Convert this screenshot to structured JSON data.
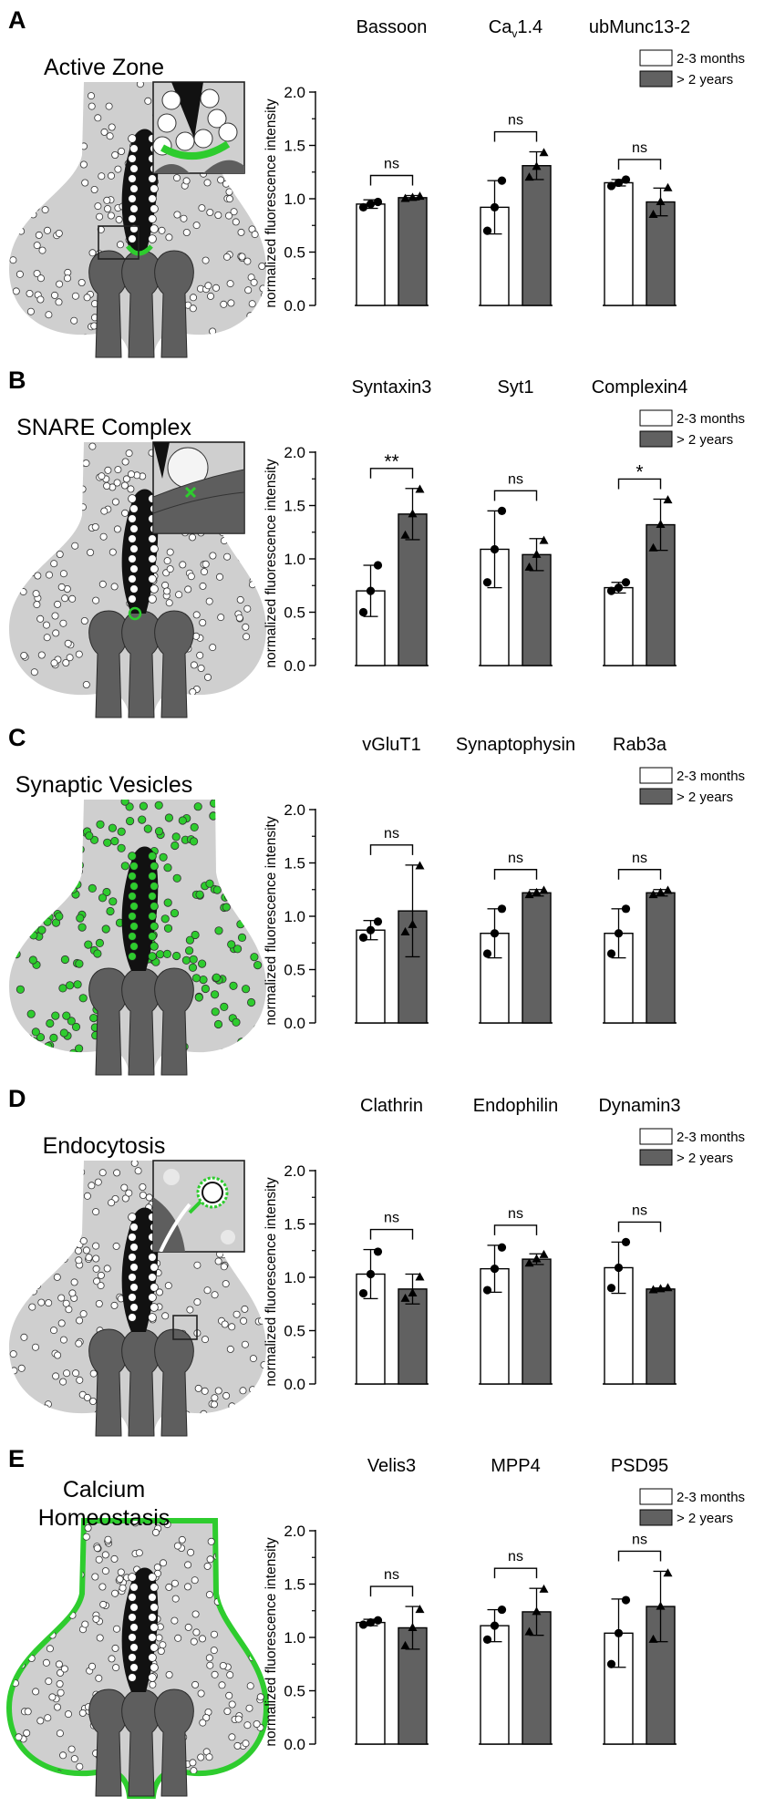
{
  "figure": {
    "colors": {
      "young_fill": "#ffffff",
      "old_fill": "#616161",
      "terminal": "#cfcfcf",
      "ribbon": "#111111",
      "dendrite": "#5e5e5e",
      "highlight": "#2ecc2e"
    },
    "y_axis_label": "normalized fluorescence intensity",
    "legend": {
      "young": "2-3 months",
      "old": "> 2 years"
    }
  },
  "chart_data": [
    {
      "panel": "A",
      "title": "Active Zone",
      "type": "bar",
      "ylim": [
        0,
        2.0
      ],
      "yticks": [
        "0.0",
        "0.5",
        "1.0",
        "1.5",
        "2.0"
      ],
      "categories": [
        {
          "label": "Bassoon",
          "young": {
            "mean": 0.95,
            "sd": 0.04,
            "points": [
              0.92,
              0.95,
              0.97
            ]
          },
          "old": {
            "mean": 1.01,
            "sd": 0.02,
            "points": [
              1.0,
              1.01,
              1.02
            ]
          },
          "significance": "ns"
        },
        {
          "label": "Ca",
          "label_sub": "v",
          "label_suffix": "1.4",
          "young": {
            "mean": 0.92,
            "sd": 0.25,
            "points": [
              0.7,
              0.92,
              1.17
            ]
          },
          "old": {
            "mean": 1.31,
            "sd": 0.13,
            "points": [
              1.2,
              1.3,
              1.43
            ]
          },
          "significance": "ns"
        },
        {
          "label": "ubMunc13-2",
          "young": {
            "mean": 1.15,
            "sd": 0.03,
            "points": [
              1.12,
              1.15,
              1.18
            ]
          },
          "old": {
            "mean": 0.97,
            "sd": 0.13,
            "points": [
              0.85,
              0.97,
              1.1
            ]
          },
          "significance": "ns"
        }
      ]
    },
    {
      "panel": "B",
      "title": "SNARE Complex",
      "type": "bar",
      "ylim": [
        0,
        2.0
      ],
      "yticks": [
        "0.0",
        "0.5",
        "1.0",
        "1.5",
        "2.0"
      ],
      "categories": [
        {
          "label": "Syntaxin3",
          "young": {
            "mean": 0.7,
            "sd": 0.24,
            "points": [
              0.5,
              0.7,
              0.94
            ]
          },
          "old": {
            "mean": 1.42,
            "sd": 0.24,
            "points": [
              1.22,
              1.42,
              1.65
            ]
          },
          "significance": "**"
        },
        {
          "label": "Syt1",
          "young": {
            "mean": 1.09,
            "sd": 0.36,
            "points": [
              0.78,
              1.09,
              1.45
            ]
          },
          "old": {
            "mean": 1.04,
            "sd": 0.15,
            "points": [
              0.92,
              1.04,
              1.17
            ]
          },
          "significance": "ns"
        },
        {
          "label": "Complexin4",
          "young": {
            "mean": 0.73,
            "sd": 0.05,
            "points": [
              0.7,
              0.73,
              0.78
            ]
          },
          "old": {
            "mean": 1.32,
            "sd": 0.24,
            "points": [
              1.1,
              1.32,
              1.55
            ]
          },
          "significance": "*"
        }
      ]
    },
    {
      "panel": "C",
      "title": "Synaptic Vesicles",
      "type": "bar",
      "ylim": [
        0,
        2.0
      ],
      "yticks": [
        "0.0",
        "0.5",
        "1.0",
        "1.5",
        "2.0"
      ],
      "categories": [
        {
          "label": "vGluT1",
          "young": {
            "mean": 0.87,
            "sd": 0.09,
            "points": [
              0.8,
              0.87,
              0.95
            ]
          },
          "old": {
            "mean": 1.05,
            "sd": 0.43,
            "points": [
              0.85,
              0.92,
              1.47
            ]
          },
          "significance": "ns"
        },
        {
          "label": "Synaptophysin",
          "young": {
            "mean": 0.84,
            "sd": 0.23,
            "points": [
              0.65,
              0.84,
              1.07
            ]
          },
          "old": {
            "mean": 1.22,
            "sd": 0.03,
            "points": [
              1.2,
              1.22,
              1.24
            ]
          },
          "significance": "ns"
        },
        {
          "label": "Rab3a",
          "young": {
            "mean": 0.84,
            "sd": 0.23,
            "points": [
              0.65,
              0.84,
              1.07
            ]
          },
          "old": {
            "mean": 1.22,
            "sd": 0.03,
            "points": [
              1.2,
              1.22,
              1.24
            ]
          },
          "significance": "ns"
        }
      ]
    },
    {
      "panel": "D",
      "title": "Endocytosis",
      "type": "bar",
      "ylim": [
        0,
        2.0
      ],
      "yticks": [
        "0.0",
        "0.5",
        "1.0",
        "1.5",
        "2.0"
      ],
      "categories": [
        {
          "label": "Clathrin",
          "young": {
            "mean": 1.03,
            "sd": 0.23,
            "points": [
              0.85,
              1.03,
              1.24
            ]
          },
          "old": {
            "mean": 0.89,
            "sd": 0.14,
            "points": [
              0.8,
              0.85,
              1.0
            ]
          },
          "significance": "ns"
        },
        {
          "label": "Endophilin",
          "young": {
            "mean": 1.08,
            "sd": 0.22,
            "points": [
              0.88,
              1.08,
              1.28
            ]
          },
          "old": {
            "mean": 1.17,
            "sd": 0.05,
            "points": [
              1.13,
              1.17,
              1.21
            ]
          },
          "significance": "ns"
        },
        {
          "label": "Dynamin3",
          "young": {
            "mean": 1.09,
            "sd": 0.24,
            "points": [
              0.9,
              1.09,
              1.33
            ]
          },
          "old": {
            "mean": 0.89,
            "sd": 0.01,
            "points": [
              0.88,
              0.89,
              0.9
            ]
          },
          "significance": "ns"
        }
      ]
    },
    {
      "panel": "E",
      "title": "Calcium Homeostasis",
      "title_lines": [
        "Calcium",
        "Homeostasis"
      ],
      "type": "bar",
      "ylim": [
        0,
        2.0
      ],
      "yticks": [
        "0.0",
        "0.5",
        "1.0",
        "1.5",
        "2.0"
      ],
      "categories": [
        {
          "label": "Velis3",
          "young": {
            "mean": 1.14,
            "sd": 0.03,
            "points": [
              1.12,
              1.14,
              1.16
            ]
          },
          "old": {
            "mean": 1.09,
            "sd": 0.2,
            "points": [
              0.92,
              1.09,
              1.26
            ]
          },
          "significance": "ns"
        },
        {
          "label": "MPP4",
          "young": {
            "mean": 1.11,
            "sd": 0.15,
            "points": [
              0.98,
              1.11,
              1.26
            ]
          },
          "old": {
            "mean": 1.24,
            "sd": 0.22,
            "points": [
              1.05,
              1.24,
              1.45
            ]
          },
          "significance": "ns"
        },
        {
          "label": "PSD95",
          "young": {
            "mean": 1.04,
            "sd": 0.32,
            "points": [
              0.75,
              1.04,
              1.35
            ]
          },
          "old": {
            "mean": 1.29,
            "sd": 0.33,
            "points": [
              0.98,
              1.29,
              1.6
            ]
          },
          "significance": "ns"
        }
      ]
    }
  ]
}
